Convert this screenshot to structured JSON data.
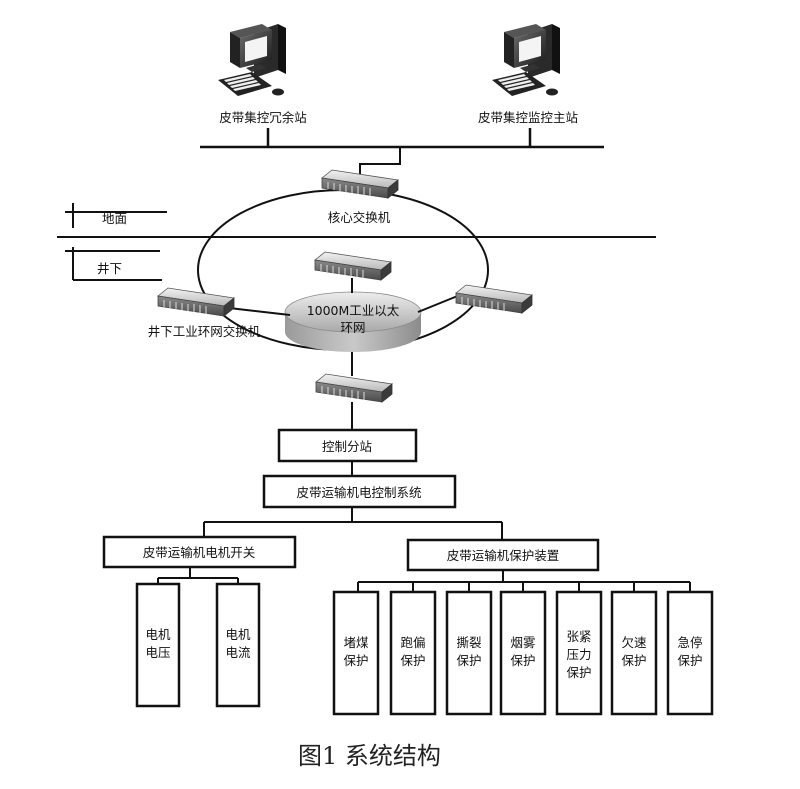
{
  "workstations": {
    "redundant": "皮带集控冗余站",
    "master": "皮带集控监控主站"
  },
  "core_switch": "核心交换机",
  "ground_label": "地面",
  "underground_label": "井下",
  "ring_line1": "1000M工业以太",
  "ring_line2": "环网",
  "ring_switch": "井下工业环网交换机",
  "control_substation": "控制分站",
  "control_system": "皮带运输机电控制系统",
  "motor_switch": "皮带运输机电机开关",
  "protection_device": "皮带运输机保护装置",
  "motor_items": [
    {
      "l1": "电机",
      "l2": "电压"
    },
    {
      "l1": "电机",
      "l2": "电流"
    }
  ],
  "protection_items": [
    {
      "l1": "堵煤",
      "l2": "保护",
      "l3": ""
    },
    {
      "l1": "跑偏",
      "l2": "保护",
      "l3": ""
    },
    {
      "l1": "撕裂",
      "l2": "保护",
      "l3": ""
    },
    {
      "l1": "烟雾",
      "l2": "保护",
      "l3": ""
    },
    {
      "l1": "张紧",
      "l2": "压力",
      "l3": "保护"
    },
    {
      "l1": "欠速",
      "l2": "保护",
      "l3": ""
    },
    {
      "l1": "急停",
      "l2": "保护",
      "l3": ""
    }
  ],
  "caption": "图1   系统结构"
}
